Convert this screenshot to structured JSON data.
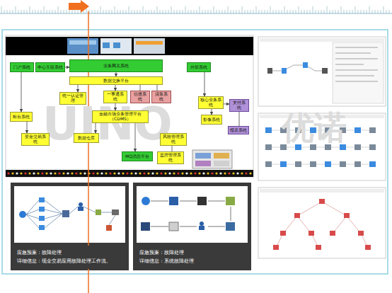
{
  "diagram": {
    "nodes": [
      {
        "text": [
          "门户系统"
        ]
      },
      {
        "text": [
          "中心互联系统"
        ]
      },
      {
        "text": [
          "业务网关系统"
        ]
      },
      {
        "text": [
          "外部系统"
        ]
      },
      {
        "text": [
          "数据交换平台"
        ]
      },
      {
        "text": [
          "一事通系统"
        ]
      },
      {
        "text": [
          "金融市场业务管理平台（CDMS）"
        ]
      },
      {
        "text": [
          "统一认证管理"
        ]
      },
      {
        "text": [
          "数据仓库"
        ]
      },
      {
        "text": [
          "估值系统"
        ]
      },
      {
        "text": [
          "清算系统"
        ]
      },
      {
        "text": [
          "柜台系统"
        ]
      },
      {
        "text": [
          "资金交易系统"
        ]
      },
      {
        "text": [
          "风险管理系统"
        ]
      },
      {
        "text": [
          "核心业务系统"
        ]
      },
      {
        "text": [
          "支付系统"
        ]
      },
      {
        "text": [
          "报表系统"
        ]
      },
      {
        "text": [
          "MQ消息平台"
        ]
      },
      {
        "text": [
          "监控管理系统"
        ]
      },
      {
        "text": [
          "影像系统"
        ]
      },
      {
        "text": [
          "应急预案：故障处理",
          "详细信息：现金交易应用故障处理工作流。"
        ]
      },
      {
        "text": [
          "应急预案：故障处理",
          "详细信息：系统故障处理"
        ]
      }
    ],
    "edges": [
      {
        "from": 1,
        "to": 2,
        "arrow": "to"
      },
      {
        "from": 2,
        "to": 4,
        "arrow": "to"
      },
      {
        "from": 4,
        "to": 7,
        "arrow": "to"
      },
      {
        "from": 4,
        "to": 5,
        "arrow": "to"
      },
      {
        "from": 4,
        "to": 9,
        "arrow": "none"
      },
      {
        "from": 4,
        "to": 10,
        "arrow": "none"
      },
      {
        "from": 5,
        "to": 6,
        "arrow": "to"
      },
      {
        "from": 6,
        "to": 8,
        "arrow": "to"
      },
      {
        "from": 6,
        "to": 17,
        "arrow": "to"
      },
      {
        "from": 0,
        "to": 11,
        "arrow": "to"
      },
      {
        "from": 11,
        "to": 12,
        "arrow": "to"
      },
      {
        "from": 3,
        "to": 14,
        "arrow": "to"
      },
      {
        "from": 14,
        "to": 15,
        "arrow": "to"
      },
      {
        "from": 14,
        "to": 19,
        "arrow": "to"
      },
      {
        "from": 15,
        "to": 16,
        "arrow": "none"
      },
      {
        "from": 13,
        "to": 18,
        "arrow": "none"
      }
    ],
    "labels": [
      "UINO",
      "优诺"
    ]
  }
}
